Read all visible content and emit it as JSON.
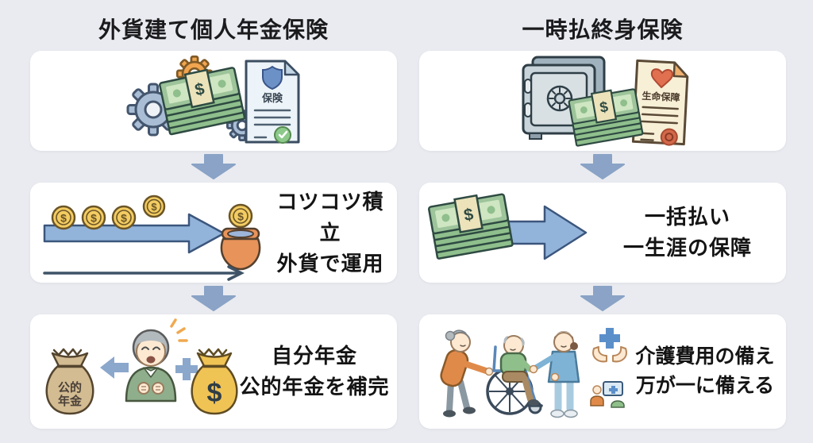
{
  "page": {
    "background_color": "#e9ebf0",
    "card_color": "#ffffff"
  },
  "symbols": {
    "dollar": "$"
  },
  "colors": {
    "title_text": "#1b1b1d",
    "body_text": "#141414",
    "step_arrow_fill": "#8aa3c6",
    "flow_arrow_fill": "#92b3da",
    "flow_arrow_stroke": "#3c567c",
    "coin_gold": "#f3cc62",
    "pot_orange": "#e8935a",
    "money_green": "#9dc49a",
    "band_tan": "#ece3bb",
    "safe_gray": "#c9d4da",
    "document_blue": "#edf4f9",
    "document_cream": "#f8efd7",
    "shield_blue": "#6c91c6",
    "check_green": "#8cc98a",
    "heart_red": "#e0704f",
    "seal_red": "#d2684a",
    "bag_tan": "#d3bb92",
    "bag_yellow": "#f0c355",
    "sweater_green": "#8fae8c",
    "cardigan_orange": "#e08a4a",
    "scrub_blue": "#7fb3d5"
  },
  "left_column": {
    "title": "外貨建て個人年金保険",
    "step1": {
      "icons": [
        "gear-icon",
        "money-stack-icon",
        "insurance-policy-icon"
      ],
      "policy_label": "保険"
    },
    "step2": {
      "icons": [
        "coin-icon",
        "flow-arrow-icon",
        "money-pot-icon",
        "growth-arrow-icon"
      ],
      "text_line1": "コツコツ積立",
      "text_line2": "外貨で運用"
    },
    "step3": {
      "icons": [
        "public-pension-bag-icon",
        "left-arrow-icon",
        "elderly-man-icon",
        "plus-icon",
        "dollar-bag-icon"
      ],
      "public_bag_label_line1": "公的",
      "public_bag_label_line2": "年金",
      "text_line1": "自分年金",
      "text_line2": "公的年金を補完"
    }
  },
  "right_column": {
    "title": "一時払終身保険",
    "step1": {
      "icons": [
        "safe-icon",
        "money-stack-icon",
        "life-policy-icon"
      ],
      "policy_label": "生命保障"
    },
    "step2": {
      "icons": [
        "money-stack-icon",
        "flow-arrow-icon"
      ],
      "text_line1": "一括払い",
      "text_line2": "一生涯の保障"
    },
    "step3": {
      "icons": [
        "caregiving-scene-icon",
        "medical-cross-hands-icon",
        "telehealth-icon"
      ],
      "text_line1": "介護費用の備え",
      "text_line2": "万が一に備える"
    }
  }
}
